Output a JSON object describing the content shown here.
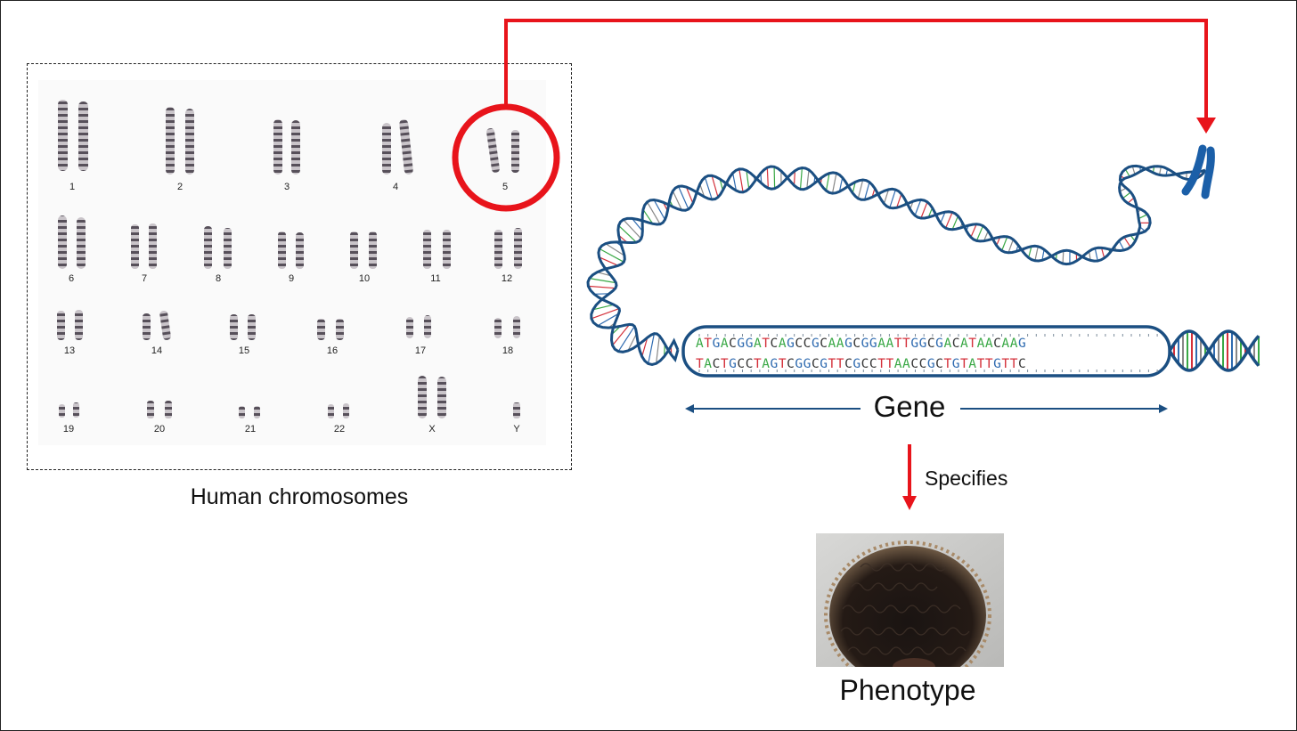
{
  "karyotype": {
    "caption": "Human chromosomes",
    "labels": [
      "1",
      "2",
      "3",
      "4",
      "5",
      "6",
      "7",
      "8",
      "9",
      "10",
      "11",
      "12",
      "13",
      "14",
      "15",
      "16",
      "17",
      "18",
      "19",
      "20",
      "21",
      "22",
      "X",
      "Y"
    ]
  },
  "dna": {
    "gene_label": "Gene",
    "sequence_top": "ATGACGGATCAGCCGCAAGCGGAATTGGCGACATAACAAG",
    "sequence_bottom": "TACTGCCTAGTCGGCGTTCGCCTTAACCGCTGTATTGTTC"
  },
  "flow": {
    "arrow_label": "Specifies",
    "phenotype_label": "Phenotype"
  },
  "colors": {
    "highlight": "#e8141b",
    "dna_blue": "#1b4f82",
    "base_A": "#39a845",
    "base_T": "#d4313b",
    "base_G": "#2f6bb0",
    "base_C": "#333333"
  }
}
